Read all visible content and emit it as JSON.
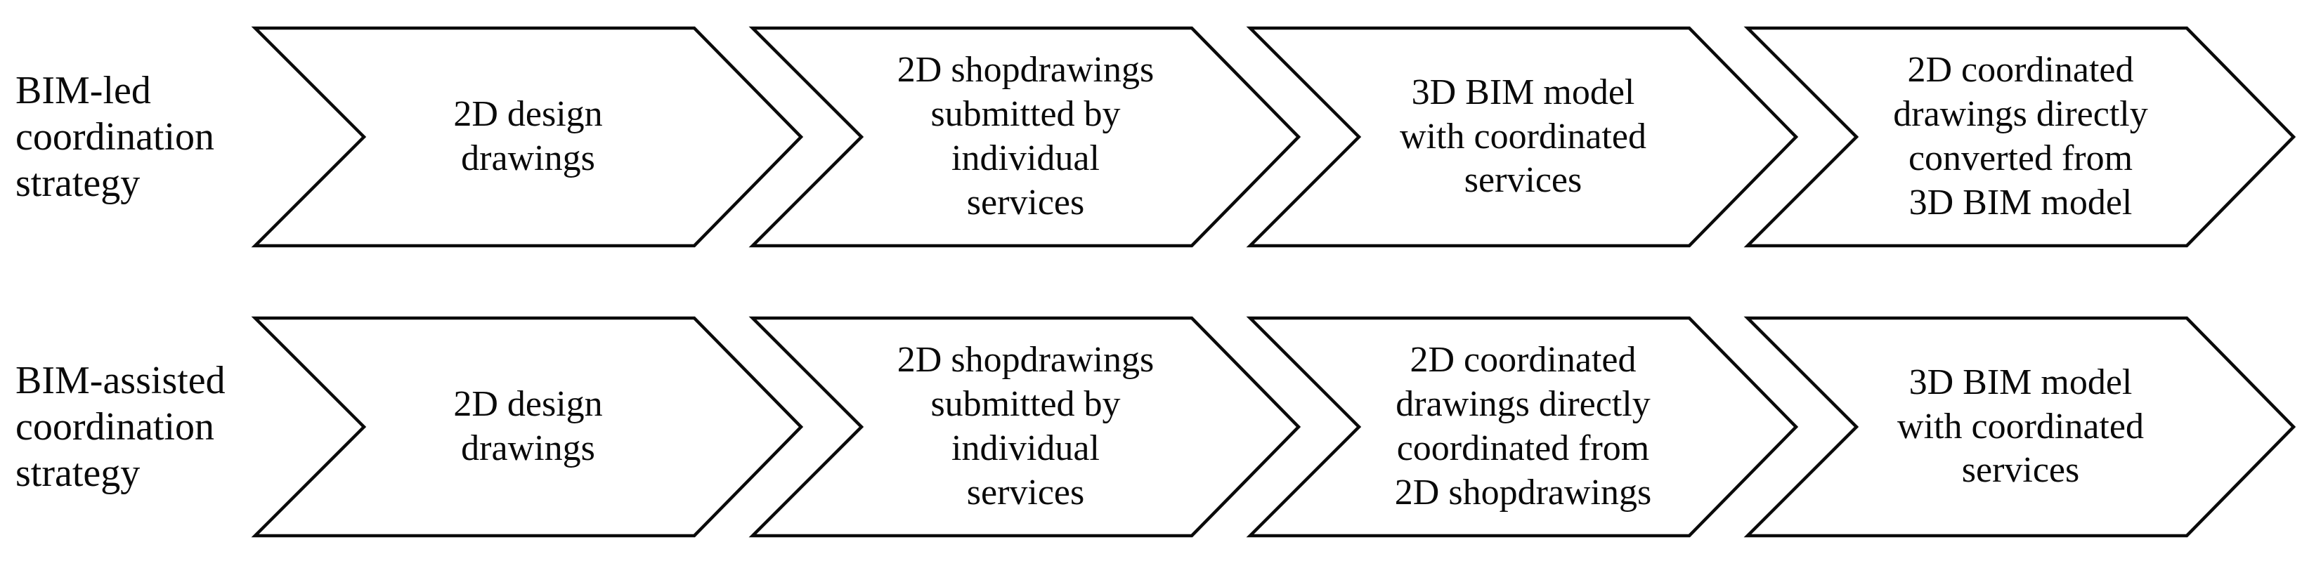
{
  "diagram": {
    "type": "process-flow-chevrons",
    "colors": {
      "background": "#ffffff",
      "stroke": "#0a0a0a",
      "shape_fill": "#ffffff",
      "text": "#0a0a0a"
    },
    "rows": [
      {
        "label": "BIM-led\ncoordination\nstrategy",
        "steps": [
          "2D design\ndrawings",
          "2D shopdrawings\nsubmitted by\nindividual\nservices",
          "3D BIM model\nwith coordinated\nservices",
          "2D coordinated\ndrawings directly\nconverted from\n3D BIM model"
        ]
      },
      {
        "label": "BIM-assisted\ncoordination\nstrategy",
        "steps": [
          "2D design\ndrawings",
          "2D shopdrawings\nsubmitted by\nindividual\nservices",
          "2D coordinated\ndrawings directly\ncoordinated from\n2D shopdrawings",
          "3D BIM model\nwith coordinated\nservices"
        ]
      }
    ]
  }
}
